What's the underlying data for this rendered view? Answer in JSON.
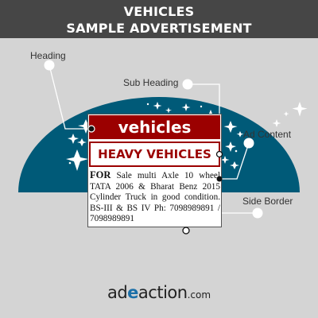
{
  "header": {
    "line1": "VEHICLES",
    "line2": "SAMPLE ADVERTISEMENT"
  },
  "callouts": {
    "heading": "Heading",
    "sub_heading": "Sub Heading",
    "ad_content": "Ad Content",
    "side_border": "Side Border"
  },
  "ad": {
    "heading": "vehicles",
    "sub_heading": "HEAVY VEHICLES",
    "content_lead": "FOR",
    "content_body": " Sale multi Axle 10 wheel TATA 2006 & Bharat Benz 2015 Cylinder Truck in good condition. BS-III & BS IV Ph: 7098989891 / 7098989891"
  },
  "logo": {
    "prefix": "ad",
    "mark": "e",
    "suffix": "action",
    "domain": ".com"
  },
  "colors": {
    "header_bg": "#464646",
    "page_bg": "#d4d4d4",
    "dome": "#005a78",
    "ad_red": "#9b0000",
    "callout_line": "#ffffff"
  }
}
